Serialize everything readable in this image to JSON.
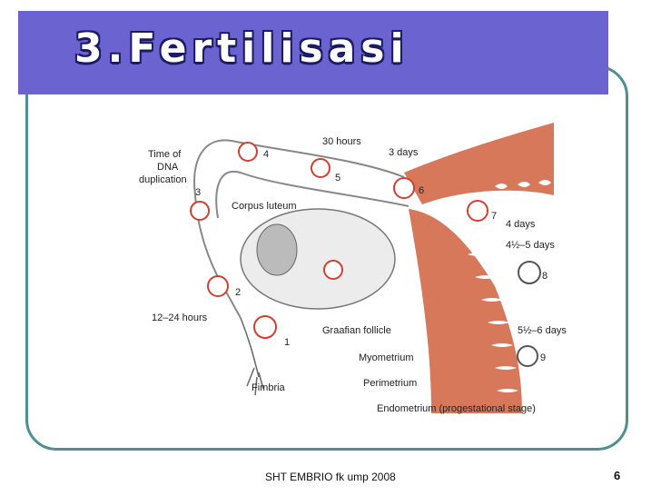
{
  "slide": {
    "title": "3.Fertilisasi",
    "footer": "SHT EMBRIO fk ump 2008",
    "page_number": "6"
  },
  "diagram": {
    "labels": {
      "time_dna": "Time of",
      "time_dna2": "DNA",
      "time_dna3": "duplication",
      "h30": "30 hours",
      "d3": "3 days",
      "corpus": "Corpus luteum",
      "d4": "4 days",
      "d45": "4½–5 days",
      "h1224": "12–24 hours",
      "graafian": "Graafian follicle",
      "d56": "5½–6 days",
      "myometrium": "Myometrium",
      "perimetrium": "Perimetrium",
      "fimbria": "Fimbria",
      "endometrium": "Endometrium (progestational stage)"
    },
    "stage_numbers": [
      "1",
      "2",
      "3",
      "4",
      "5",
      "6",
      "7",
      "8",
      "9"
    ]
  },
  "colors": {
    "title_bg": "#6a63d0",
    "frame": "#4f8f8f",
    "uterus": "#d8785a"
  }
}
